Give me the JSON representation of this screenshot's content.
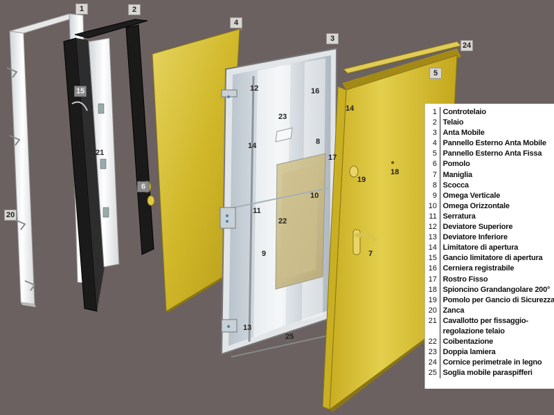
{
  "legend": [
    {
      "num": "1",
      "label": "Controtelaio"
    },
    {
      "num": "2",
      "label": "Telaio"
    },
    {
      "num": "3",
      "label": "Anta Mobile"
    },
    {
      "num": "4",
      "label": "Pannello Esterno Anta Mobile"
    },
    {
      "num": "5",
      "label": "Pannello Esterno Anta Fissa"
    },
    {
      "num": "6",
      "label": "Pomolo"
    },
    {
      "num": "7",
      "label": "Maniglia"
    },
    {
      "num": "8",
      "label": "Scocca"
    },
    {
      "num": "9",
      "label": "Omega Verticale"
    },
    {
      "num": "10",
      "label": "Omega Orizzontale"
    },
    {
      "num": "11",
      "label": "Serratura"
    },
    {
      "num": "12",
      "label": "Deviatore Superiore"
    },
    {
      "num": "13",
      "label": "Deviatore Inferiore"
    },
    {
      "num": "14",
      "label": "Limitatore di apertura"
    },
    {
      "num": "15",
      "label": "Gancio limitatore di apertura"
    },
    {
      "num": "16",
      "label": "Cerniera registrabile"
    },
    {
      "num": "17",
      "label": "Rostro Fisso"
    },
    {
      "num": "18",
      "label": "Spioncino Grandangolare 200°"
    },
    {
      "num": "19",
      "label": "Pomolo per Gancio di Sicurezza"
    },
    {
      "num": "20",
      "label": "Zanca"
    },
    {
      "num": "21",
      "label": "Cavallotto per fissaggio-"
    },
    {
      "num": "",
      "label": "regolazione telaio"
    },
    {
      "num": "22",
      "label": "Coibentazione"
    },
    {
      "num": "23",
      "label": "Doppia lamiera"
    },
    {
      "num": "24",
      "label": "Cornice perimetrale in legno"
    },
    {
      "num": "25",
      "label": "Soglia mobile paraspifferi"
    }
  ],
  "callouts": {
    "c1": "1",
    "c2": "2",
    "c3": "3",
    "c4": "4",
    "c5": "5",
    "c6": "6",
    "c7": "7",
    "c8": "8",
    "c9": "9",
    "c10": "10",
    "c11": "11",
    "c12": "12",
    "c13": "13",
    "c14a": "14",
    "c14b": "14",
    "c15": "15",
    "c16": "16",
    "c17": "17",
    "c18": "18",
    "c19": "19",
    "c20": "20",
    "c21": "21",
    "c22": "22",
    "c23": "23",
    "c24": "24",
    "c25": "25"
  },
  "colors": {
    "background": "#6b6160",
    "panel_yellow": "#d9c23a",
    "frame_white": "#f2f2f2",
    "frame_black": "#1a1a1a"
  }
}
